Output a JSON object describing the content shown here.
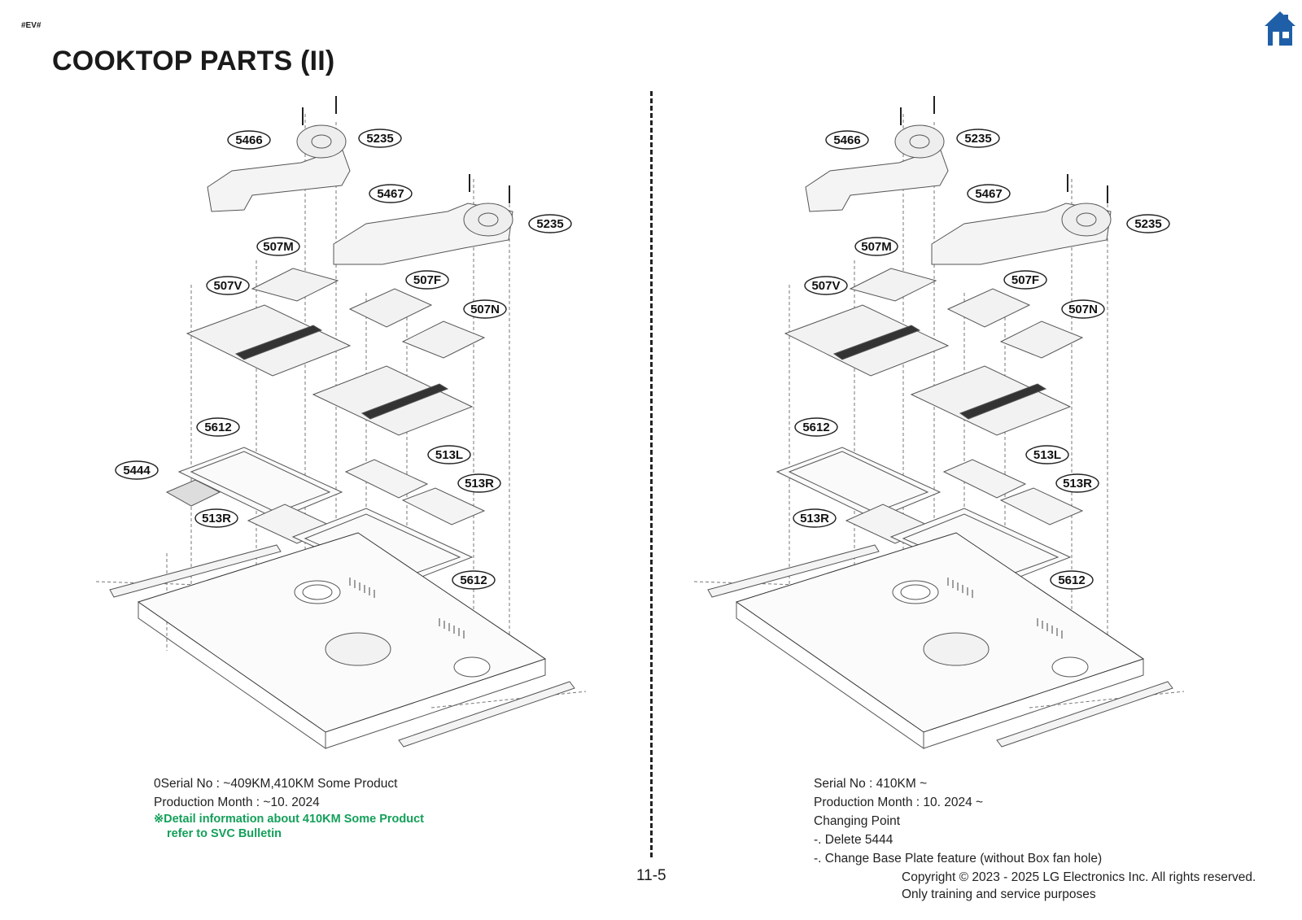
{
  "header": {
    "doc_tag": "#EV#",
    "title": "COOKTOP PARTS (II)",
    "home_icon": "home-icon",
    "home_color": "#1f5fa8"
  },
  "diagrams": [
    {
      "callouts": [
        "5466",
        "5235",
        "5467",
        "5235",
        "507M",
        "507V",
        "507F",
        "507N",
        "5612",
        "5444",
        "513L",
        "513R",
        "513R",
        "5612"
      ],
      "notes": [
        {
          "text": "0Serial No : ~409KM,410KM Some Product",
          "style": "normal"
        },
        {
          "text": "Production Month : ~10. 2024",
          "style": "normal"
        },
        {
          "text": "※Detail information about 410KM Some Product",
          "style": "green"
        },
        {
          "text": "refer to SVC Bulletin",
          "style": "green-indent"
        }
      ]
    },
    {
      "callouts": [
        "5466",
        "5235",
        "5467",
        "5235",
        "507M",
        "507V",
        "507F",
        "507N",
        "5612",
        "513L",
        "513R",
        "513R",
        "5612"
      ],
      "notes": [
        {
          "text": "Serial No : 410KM ~",
          "style": "normal"
        },
        {
          "text": "Production Month : 10. 2024 ~",
          "style": "normal"
        },
        {
          "text": "Changing Point",
          "style": "normal"
        },
        {
          "text": "-. Delete 5444",
          "style": "normal"
        },
        {
          "text": "-. Change Base Plate feature (without Box fan hole)",
          "style": "normal"
        }
      ]
    }
  ],
  "footer": {
    "page_number": "11-5",
    "copyright_line1": "Copyright © 2023 - 2025 LG Electronics Inc. All rights reserved.",
    "copyright_line2": "Only training and service purposes"
  }
}
